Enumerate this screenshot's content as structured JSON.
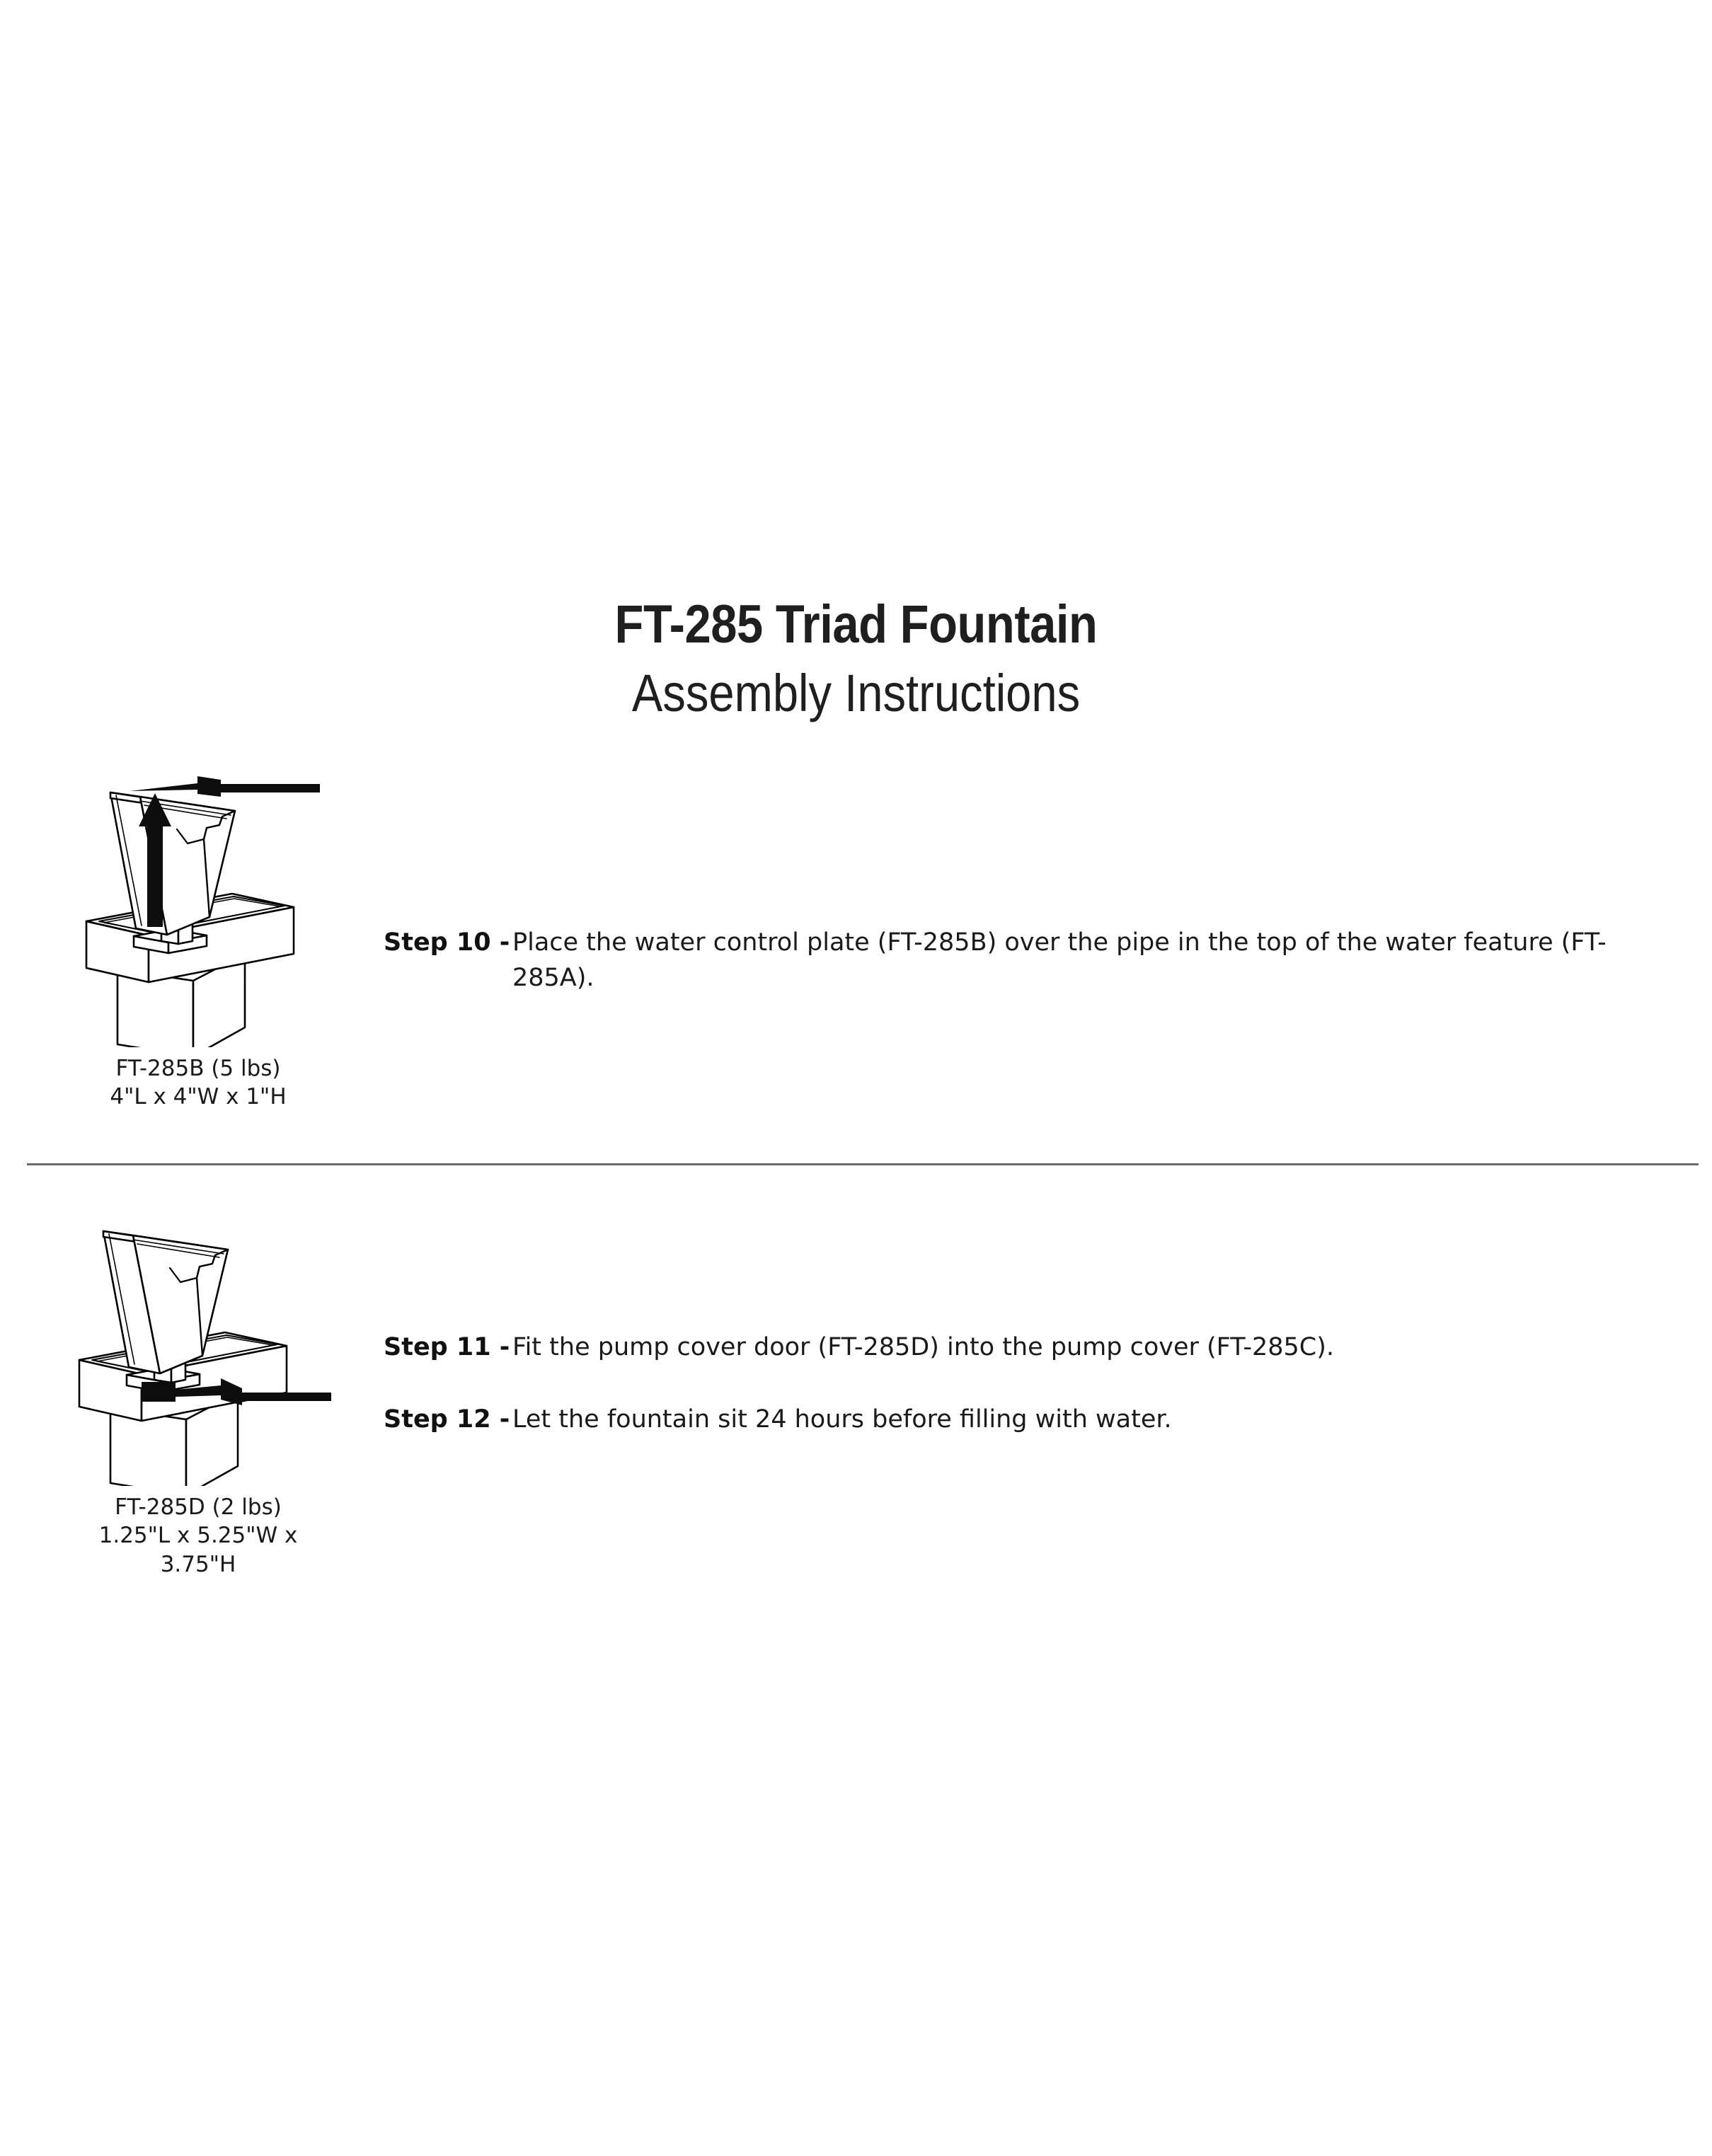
{
  "document": {
    "title": "FT-285 Triad Fountain",
    "subtitle": "Assembly Instructions",
    "background_color": "#ffffff",
    "text_color": "#1a1a1a",
    "divider_color": "#6b6b6b"
  },
  "sections": [
    {
      "id": "section-1",
      "figure": {
        "name": "fountain-assembly-step10-diagram",
        "caption_line_1": "FT-285B (5 lbs)",
        "caption_line_2": "4\"L x 4\"W x 1\"H",
        "caption": "FT-285B (5 lbs)\n4\"L x 4\"W x 1\"H",
        "arrow_direction": "up-and-right",
        "stroke_color": "#000000",
        "fill_color": "#ffffff"
      },
      "steps": [
        {
          "label": "Step 10 -",
          "text": "Place the water control plate (FT-285B) over the pipe in the top of the water feature (FT-285A)."
        }
      ]
    },
    {
      "id": "section-2",
      "figure": {
        "name": "fountain-assembly-step11-diagram",
        "caption_line_1": "FT-285D (2 lbs)",
        "caption_line_2": "1.25\"L x 5.25\"W x 3.75\"H",
        "caption": "FT-285D (2 lbs)\n1.25\"L x 5.25\"W x 3.75\"H",
        "arrow_direction": "left",
        "stroke_color": "#000000",
        "fill_color": "#ffffff"
      },
      "steps": [
        {
          "label": "Step 11 -",
          "text": "Fit the pump cover door (FT-285D) into the pump cover (FT-285C)."
        },
        {
          "label": "Step 12 -",
          "text": "Let the fountain sit 24 hours before filling with water."
        }
      ]
    }
  ]
}
